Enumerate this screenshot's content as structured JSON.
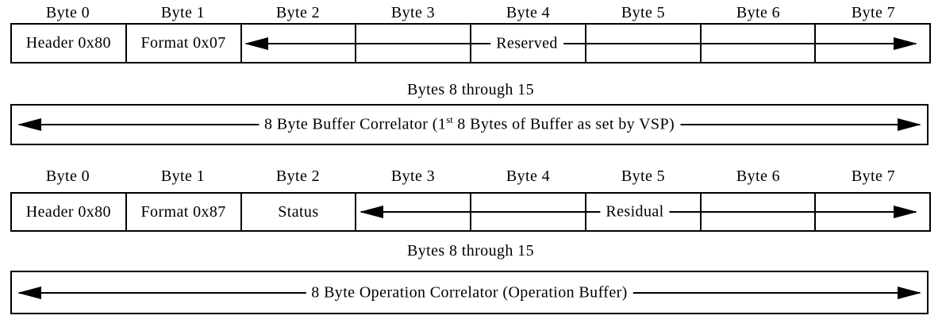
{
  "diagram": {
    "colors": {
      "ink": "#000000",
      "background": "#ffffff"
    },
    "byte_headers": [
      "Byte 0",
      "Byte 1",
      "Byte 2",
      "Byte 3",
      "Byte 4",
      "Byte 5",
      "Byte 6",
      "Byte 7"
    ],
    "table1": {
      "cells": {
        "byte0": "Header 0x80",
        "byte1": "Format 0x07"
      },
      "arrow_label": "Reserved",
      "arrow_span": "Byte 2 through Byte 7"
    },
    "section1": {
      "title": "Bytes 8 through 15"
    },
    "box1": {
      "label_prefix": "8 Byte Buffer Correlator (1",
      "label_sup": "st",
      "label_suffix": " 8 Bytes of Buffer as set by VSP)"
    },
    "table2": {
      "cells": {
        "byte0": "Header 0x80",
        "byte1": "Format 0x87",
        "byte2": "Status"
      },
      "arrow_label": "Residual",
      "arrow_span": "Byte 3 through Byte 7"
    },
    "section2": {
      "title": "Bytes 8 through 15"
    },
    "box2": {
      "label": "8 Byte Operation Correlator (Operation Buffer)"
    }
  }
}
